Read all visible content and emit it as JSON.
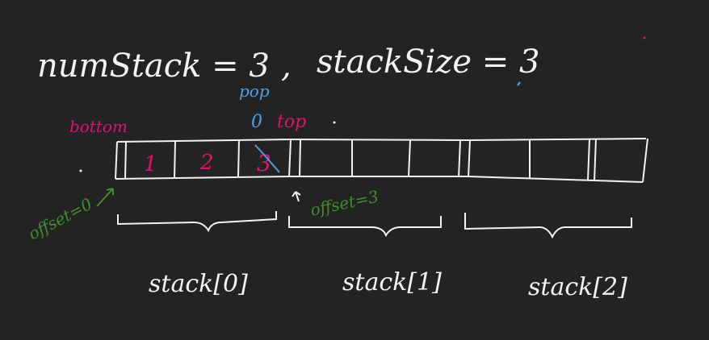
{
  "colors": {
    "background": "#232323",
    "ink": "#f2f2f2",
    "pink": "#e0146b",
    "blue": "#4aa3e8",
    "green": "#3f8f2a"
  },
  "title": {
    "numStack": "numStack = 3",
    "separator": ",",
    "stackSize": "stackSize = 3"
  },
  "labels": {
    "pop": "pop",
    "popped_value": "0",
    "top": "top",
    "bottom": "bottom",
    "offset0": "offset=0",
    "offset3": "offset=3"
  },
  "cells": [
    "1",
    "2",
    "3",
    "",
    "",
    "",
    "",
    "",
    ""
  ],
  "stacks": [
    "stack[0]",
    "stack[1]",
    "stack[2]"
  ]
}
